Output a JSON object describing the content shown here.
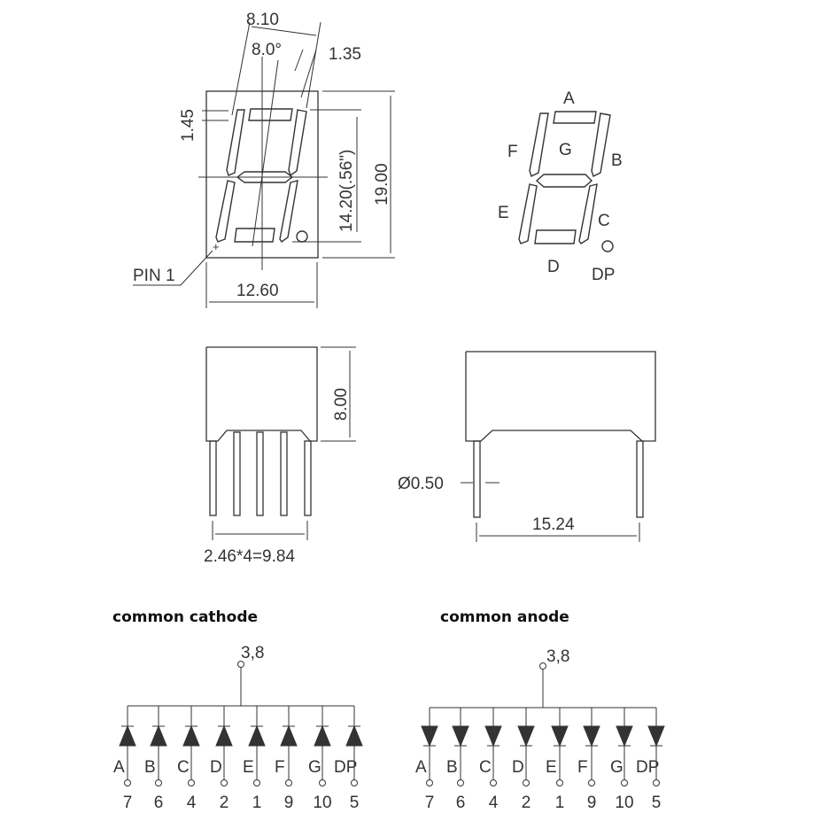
{
  "front_view": {
    "dim_width_top": "8.10",
    "dim_angle": "8.0°",
    "dim_segment_width": "1.35",
    "dim_segment_thickness": "1.45",
    "dim_digit_height": "14.20(.56\")",
    "dim_body_height": "19.00",
    "dim_body_width": "12.60",
    "pin1_label": "PIN 1"
  },
  "segment_map": {
    "labels": {
      "a": "A",
      "b": "B",
      "c": "C",
      "d": "D",
      "e": "E",
      "f": "F",
      "g": "G",
      "dp": "DP"
    }
  },
  "side_view_left": {
    "dim_height": "8.00",
    "dim_pitch": "2.46*4=9.84"
  },
  "side_view_right": {
    "dim_pin_diameter": "Ø0.50",
    "dim_row_spacing": "15.24"
  },
  "schematics": [
    {
      "title": "common cathode",
      "common_pins": "3,8",
      "segments": [
        "A",
        "B",
        "C",
        "D",
        "E",
        "F",
        "G",
        "DP"
      ],
      "pins": [
        "7",
        "6",
        "4",
        "2",
        "1",
        "9",
        "10",
        "5"
      ]
    },
    {
      "title": "common anode",
      "common_pins": "3,8",
      "segments": [
        "A",
        "B",
        "C",
        "D",
        "E",
        "F",
        "G",
        "DP"
      ],
      "pins": [
        "7",
        "6",
        "4",
        "2",
        "1",
        "9",
        "10",
        "5"
      ]
    }
  ]
}
